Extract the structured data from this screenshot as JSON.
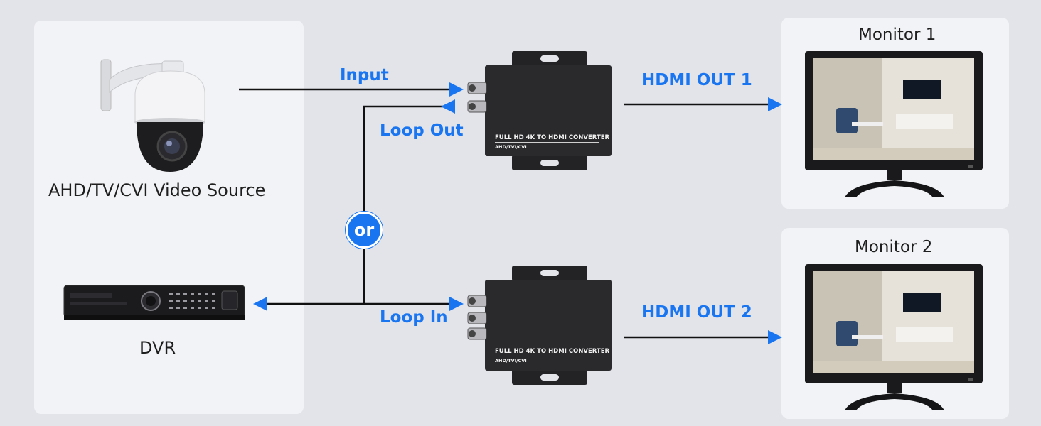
{
  "source_panel": {
    "camera_label": "AHD/TV/CVI Video Source",
    "dvr_label": "DVR"
  },
  "connections": {
    "input": "Input",
    "loop_out": "Loop Out",
    "loop_in": "Loop In",
    "or": "or",
    "hdmi_out_1": "HDMI OUT 1",
    "hdmi_out_2": "HDMI OUT 2"
  },
  "converter": {
    "title": "FULL HD 4K TO HDMI CONVERTER",
    "subtitle": "AHD/TVI/CVI"
  },
  "monitors": {
    "monitor_1": "Monitor 1",
    "monitor_2": "Monitor 2"
  },
  "colors": {
    "accent": "#1976f0",
    "line": "#111111",
    "panel": "#f2f3f6",
    "background": "#e3e4ea"
  }
}
